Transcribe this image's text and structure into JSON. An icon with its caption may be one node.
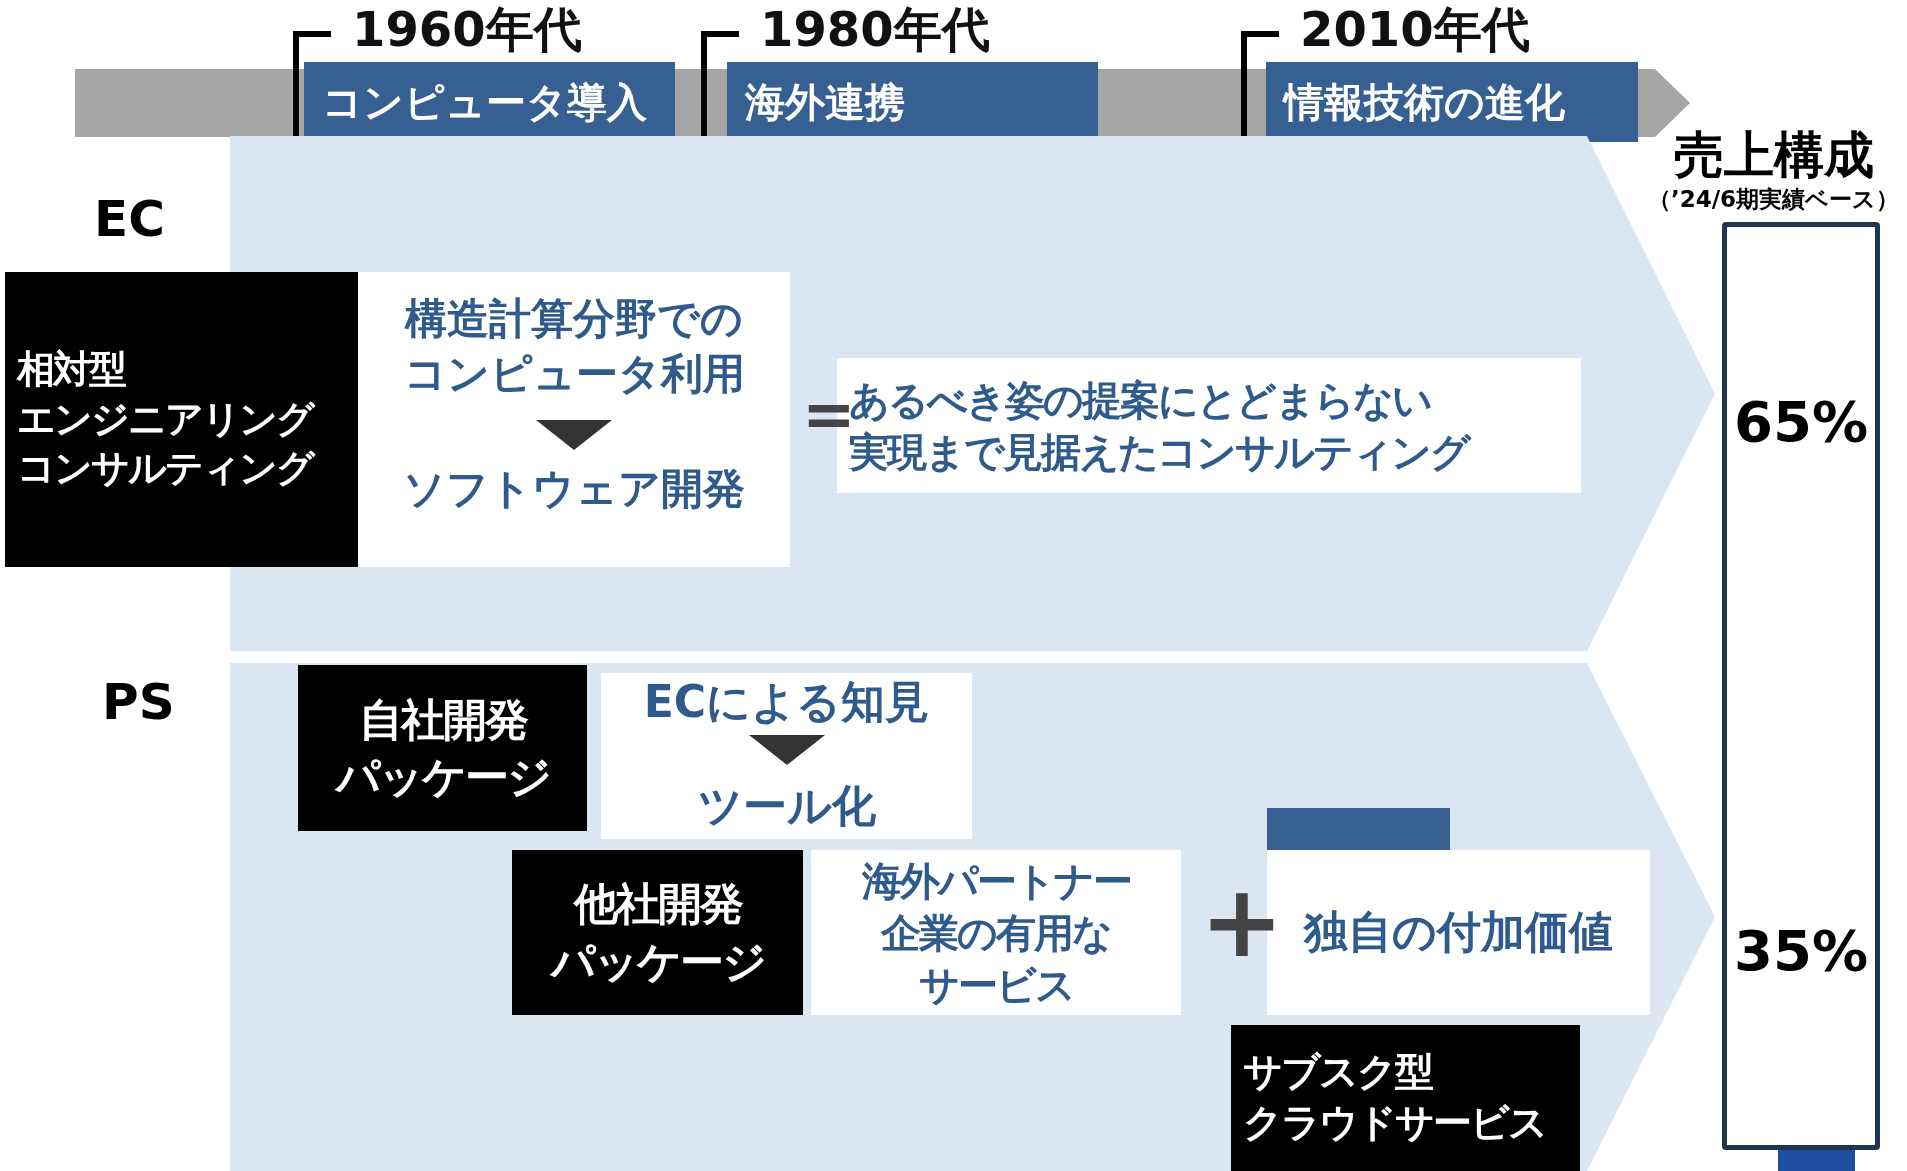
{
  "diagram": {
    "nodes": [
      {
        "text": [
          "コンピュータ導入"
        ],
        "beside": [
          "1960年代"
        ]
      },
      {
        "text": [
          "海外連携"
        ],
        "beside": [
          "1980年代"
        ]
      },
      {
        "text": [
          "情報技術の進化"
        ],
        "beside": [
          "2010年代"
        ]
      },
      {
        "text": [
          "EC"
        ]
      },
      {
        "text": [
          "相対型エンジニアリングコンサルティング"
        ]
      },
      {
        "text": [
          "構造計算分野でのコンピュータ利用",
          "ソフトウェア開発"
        ],
        "in": 3
      },
      {
        "text": [
          "あるべき姿の提案にとどまらない実現まで見据えたコンサルティング"
        ],
        "in": 3
      },
      {
        "text": [
          "PS"
        ]
      },
      {
        "text": [
          "自社開発パッケージ"
        ],
        "in": 7
      },
      {
        "text": [
          "ECによる知見",
          "ツール化"
        ],
        "in": 7
      },
      {
        "text": [
          "他社開発パッケージ"
        ],
        "in": 7
      },
      {
        "text": [
          "海外パートナー企業の有用なサービス"
        ],
        "in": 7
      },
      {
        "text": [
          "独自の付加価値"
        ],
        "in": 7
      },
      {
        "text": [
          "サブスク型クラウドサービス"
        ],
        "in": 7
      },
      {
        "text": [
          "売上構成",
          "（’24/6期実績ベース）",
          "65%",
          "35%"
        ]
      }
    ],
    "labels": [
      "=",
      "+"
    ]
  }
}
